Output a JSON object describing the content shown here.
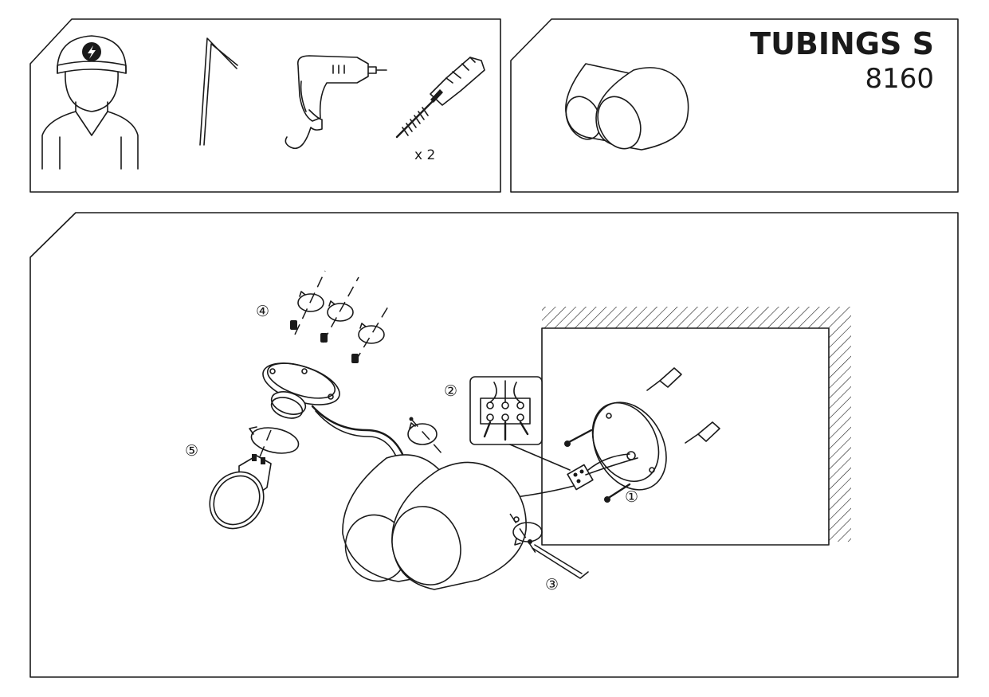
{
  "product": {
    "name": "TUBINGS S",
    "code": "8160"
  },
  "tools": {
    "items": [
      {
        "icon": "electrician-icon"
      },
      {
        "icon": "allen-key-icon"
      },
      {
        "icon": "drill-icon"
      },
      {
        "icon": "wall-plug-screw-icon",
        "quantity": "x 2"
      }
    ]
  },
  "steps": {
    "s1": "①",
    "s2": "②",
    "s3": "③",
    "s4": "④",
    "s5": "⑤"
  }
}
